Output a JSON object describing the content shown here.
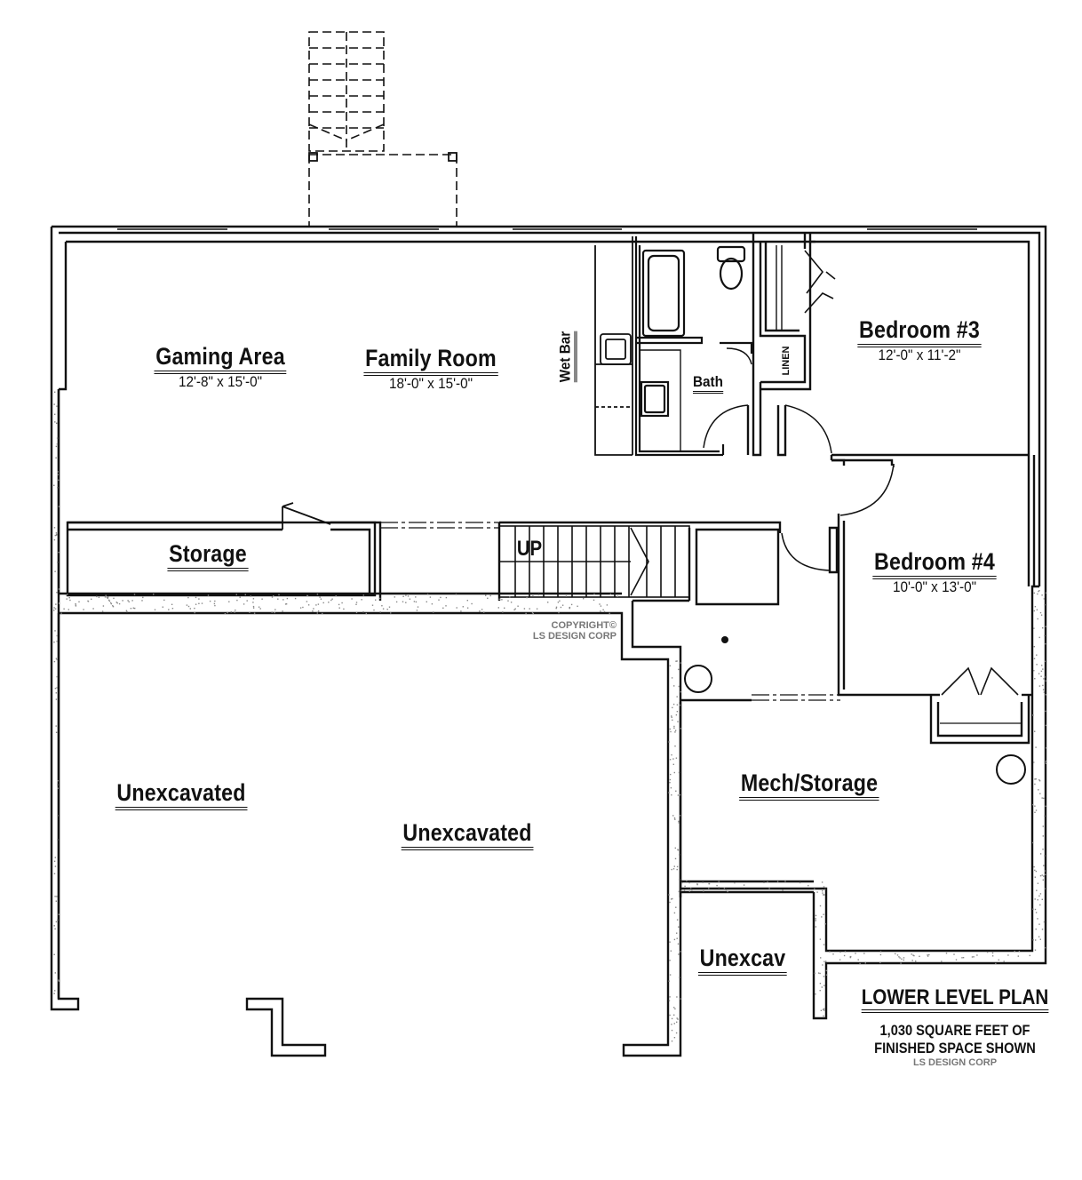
{
  "rooms": {
    "gaming": {
      "name": "Gaming Area",
      "dim": "12'-8\" x 15'-0\""
    },
    "family": {
      "name": "Family Room",
      "dim": "18'-0\" x 15'-0\""
    },
    "bedroom3": {
      "name": "Bedroom #3",
      "dim": "12'-0\" x 11'-2\""
    },
    "bedroom4": {
      "name": "Bedroom #4",
      "dim": "10'-0\" x 13'-0\""
    },
    "storage": {
      "name": "Storage"
    },
    "mech": {
      "name": "Mech/Storage"
    },
    "unexcavated_left": {
      "name": "Unexcavated"
    },
    "unexcavated_center": {
      "name": "Unexcavated"
    },
    "unexcav": {
      "name": "Unexcav"
    },
    "bath": {
      "name": "Bath"
    },
    "wetbar": {
      "name": "Wet Bar"
    },
    "linen": {
      "name": "LINEN"
    },
    "stairs": {
      "name": "UP"
    }
  },
  "copyright": {
    "line1": "COPYRIGHT©",
    "line2": "LS DESIGN CORP"
  },
  "legend": {
    "title": "LOWER LEVEL PLAN",
    "line1": "1,030 SQUARE FEET OF",
    "line2": "FINISHED SPACE SHOWN",
    "brand": "LS DESIGN CORP"
  },
  "colors": {
    "wall": "#111111",
    "foundation_fill": "#ffffff",
    "speckle": "#999999"
  }
}
